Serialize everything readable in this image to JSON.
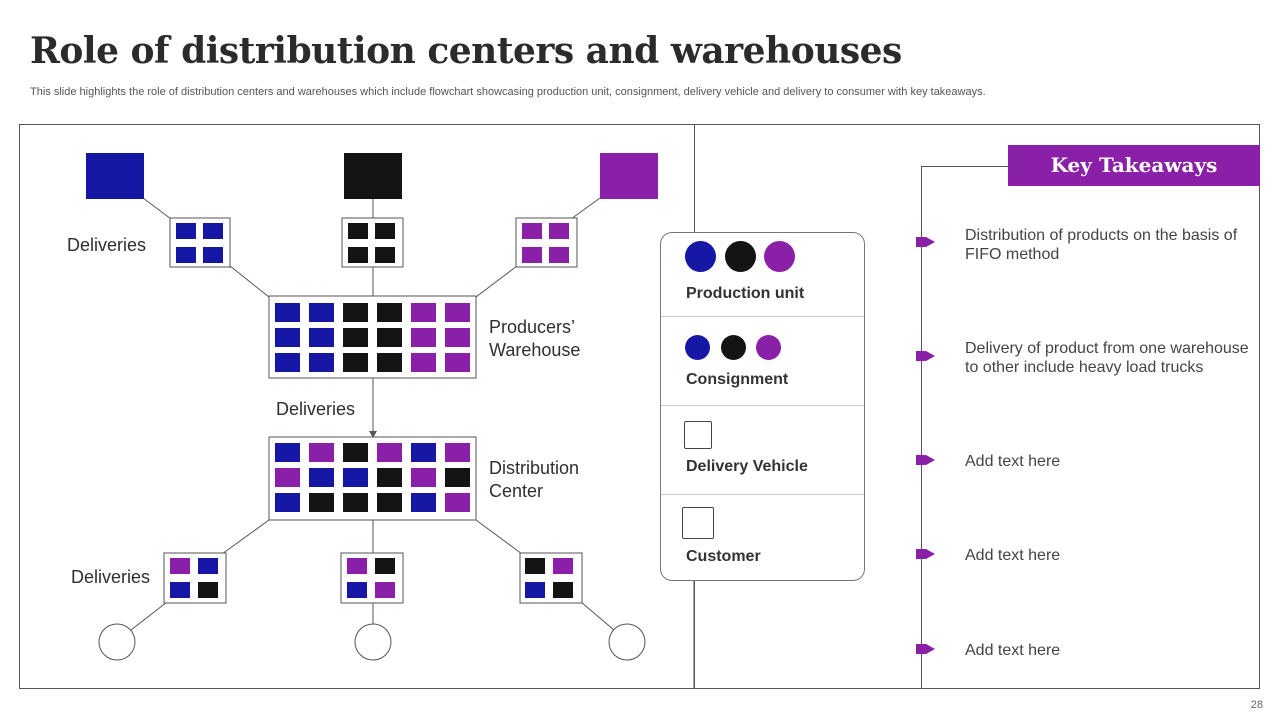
{
  "title": "Role of distribution centers and warehouses",
  "subtitle": "This slide highlights the role of distribution centers and warehouses which include flowchart showcasing production unit, consignment, delivery vehicle and delivery to consumer with key takeaways.",
  "colors": {
    "blue": "#1717a6",
    "black": "#141414",
    "purple": "#8a1fa8",
    "accent": "#8a1fa8"
  },
  "flowchart": {
    "deliveries_top": "Deliveries",
    "producers_warehouse": "Producers’\nWarehouse",
    "deliveries_mid": "Deliveries",
    "distribution_center": "Distribution\nCenter",
    "deliveries_bottom": "Deliveries"
  },
  "legend": {
    "production_unit": "Production unit",
    "consignment": "Consignment",
    "delivery_vehicle": "Delivery Vehicle",
    "customer": "Customer"
  },
  "key_takeaways": {
    "heading": "Key Takeaways",
    "items": [
      "Distribution of products on the basis of FIFO method",
      "Delivery of product from one warehouse to other include heavy load trucks",
      "Add text here",
      "Add text here",
      "Add text here"
    ]
  },
  "page_number": "28"
}
